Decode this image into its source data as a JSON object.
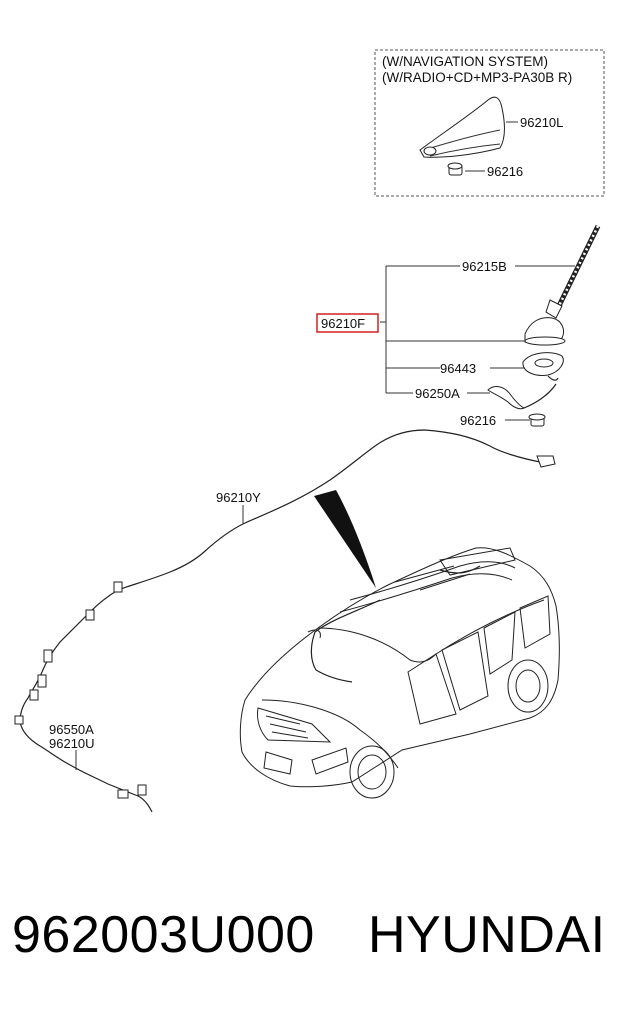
{
  "box": {
    "line1": "(W/NAVIGATION SYSTEM)",
    "line2": "(W/RADIO+CD+MP3-PA30B R)"
  },
  "labels": {
    "shark_antenna": "96210L",
    "box_nut": "96216",
    "mast": "96215B",
    "assembly": "96210F",
    "pad": "96443",
    "lead": "96250A",
    "nut": "96216",
    "roof_cable": "96210Y",
    "front_cable_a": "96550A",
    "front_cable_b": "96210U"
  },
  "footer": {
    "part_number": "962003U000",
    "brand": "HYUNDAI"
  }
}
